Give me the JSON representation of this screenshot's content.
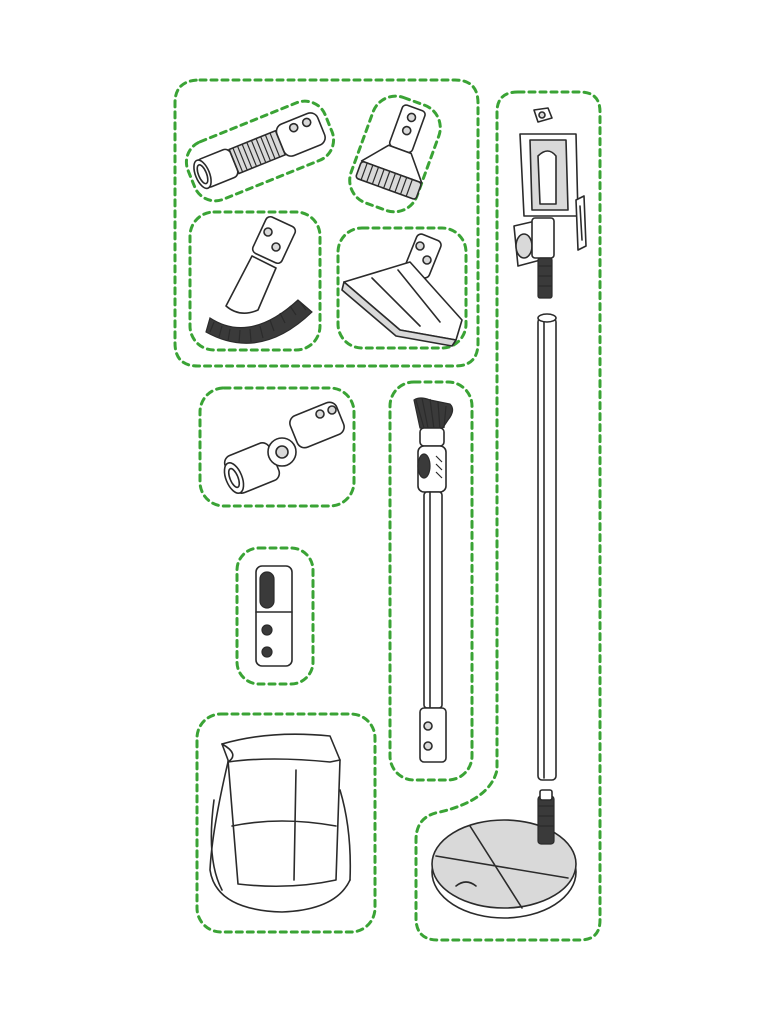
{
  "accessory_groups": [
    {
      "id": "top-tools"
    },
    {
      "id": "stand-assembly"
    },
    {
      "id": "adapter"
    },
    {
      "id": "crevice-tool"
    },
    {
      "id": "quick-release"
    },
    {
      "id": "storage-bag"
    }
  ],
  "group_border_color": "#3aa335",
  "line_color": "#2b2b2b",
  "fill_color": "#d9d9d9",
  "icons": [
    "hose-tool-icon",
    "mini-brush-icon",
    "soft-brush-icon",
    "wide-nozzle-icon",
    "up-top-adapter-icon",
    "crevice-brush-icon",
    "quick-release-adapter-icon",
    "storage-bag-icon",
    "wall-dock-icon",
    "clip-icon",
    "extension-tube-icon",
    "stand-base-icon"
  ]
}
